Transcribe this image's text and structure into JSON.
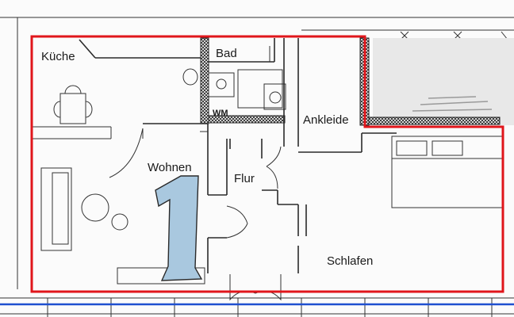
{
  "rooms": {
    "kueche": "Küche",
    "bad": "Bad",
    "wm": "WM",
    "ankleide": "Ankleide",
    "wohnen": "Wohnen",
    "flur": "Flur",
    "schlafen": "Schlafen"
  },
  "unit_number": "1",
  "colors": {
    "outline": "#e0161b",
    "unit_fill": "#a9c8df",
    "ground_line": "#1f4fd0",
    "wall": "#2a2a2a"
  }
}
